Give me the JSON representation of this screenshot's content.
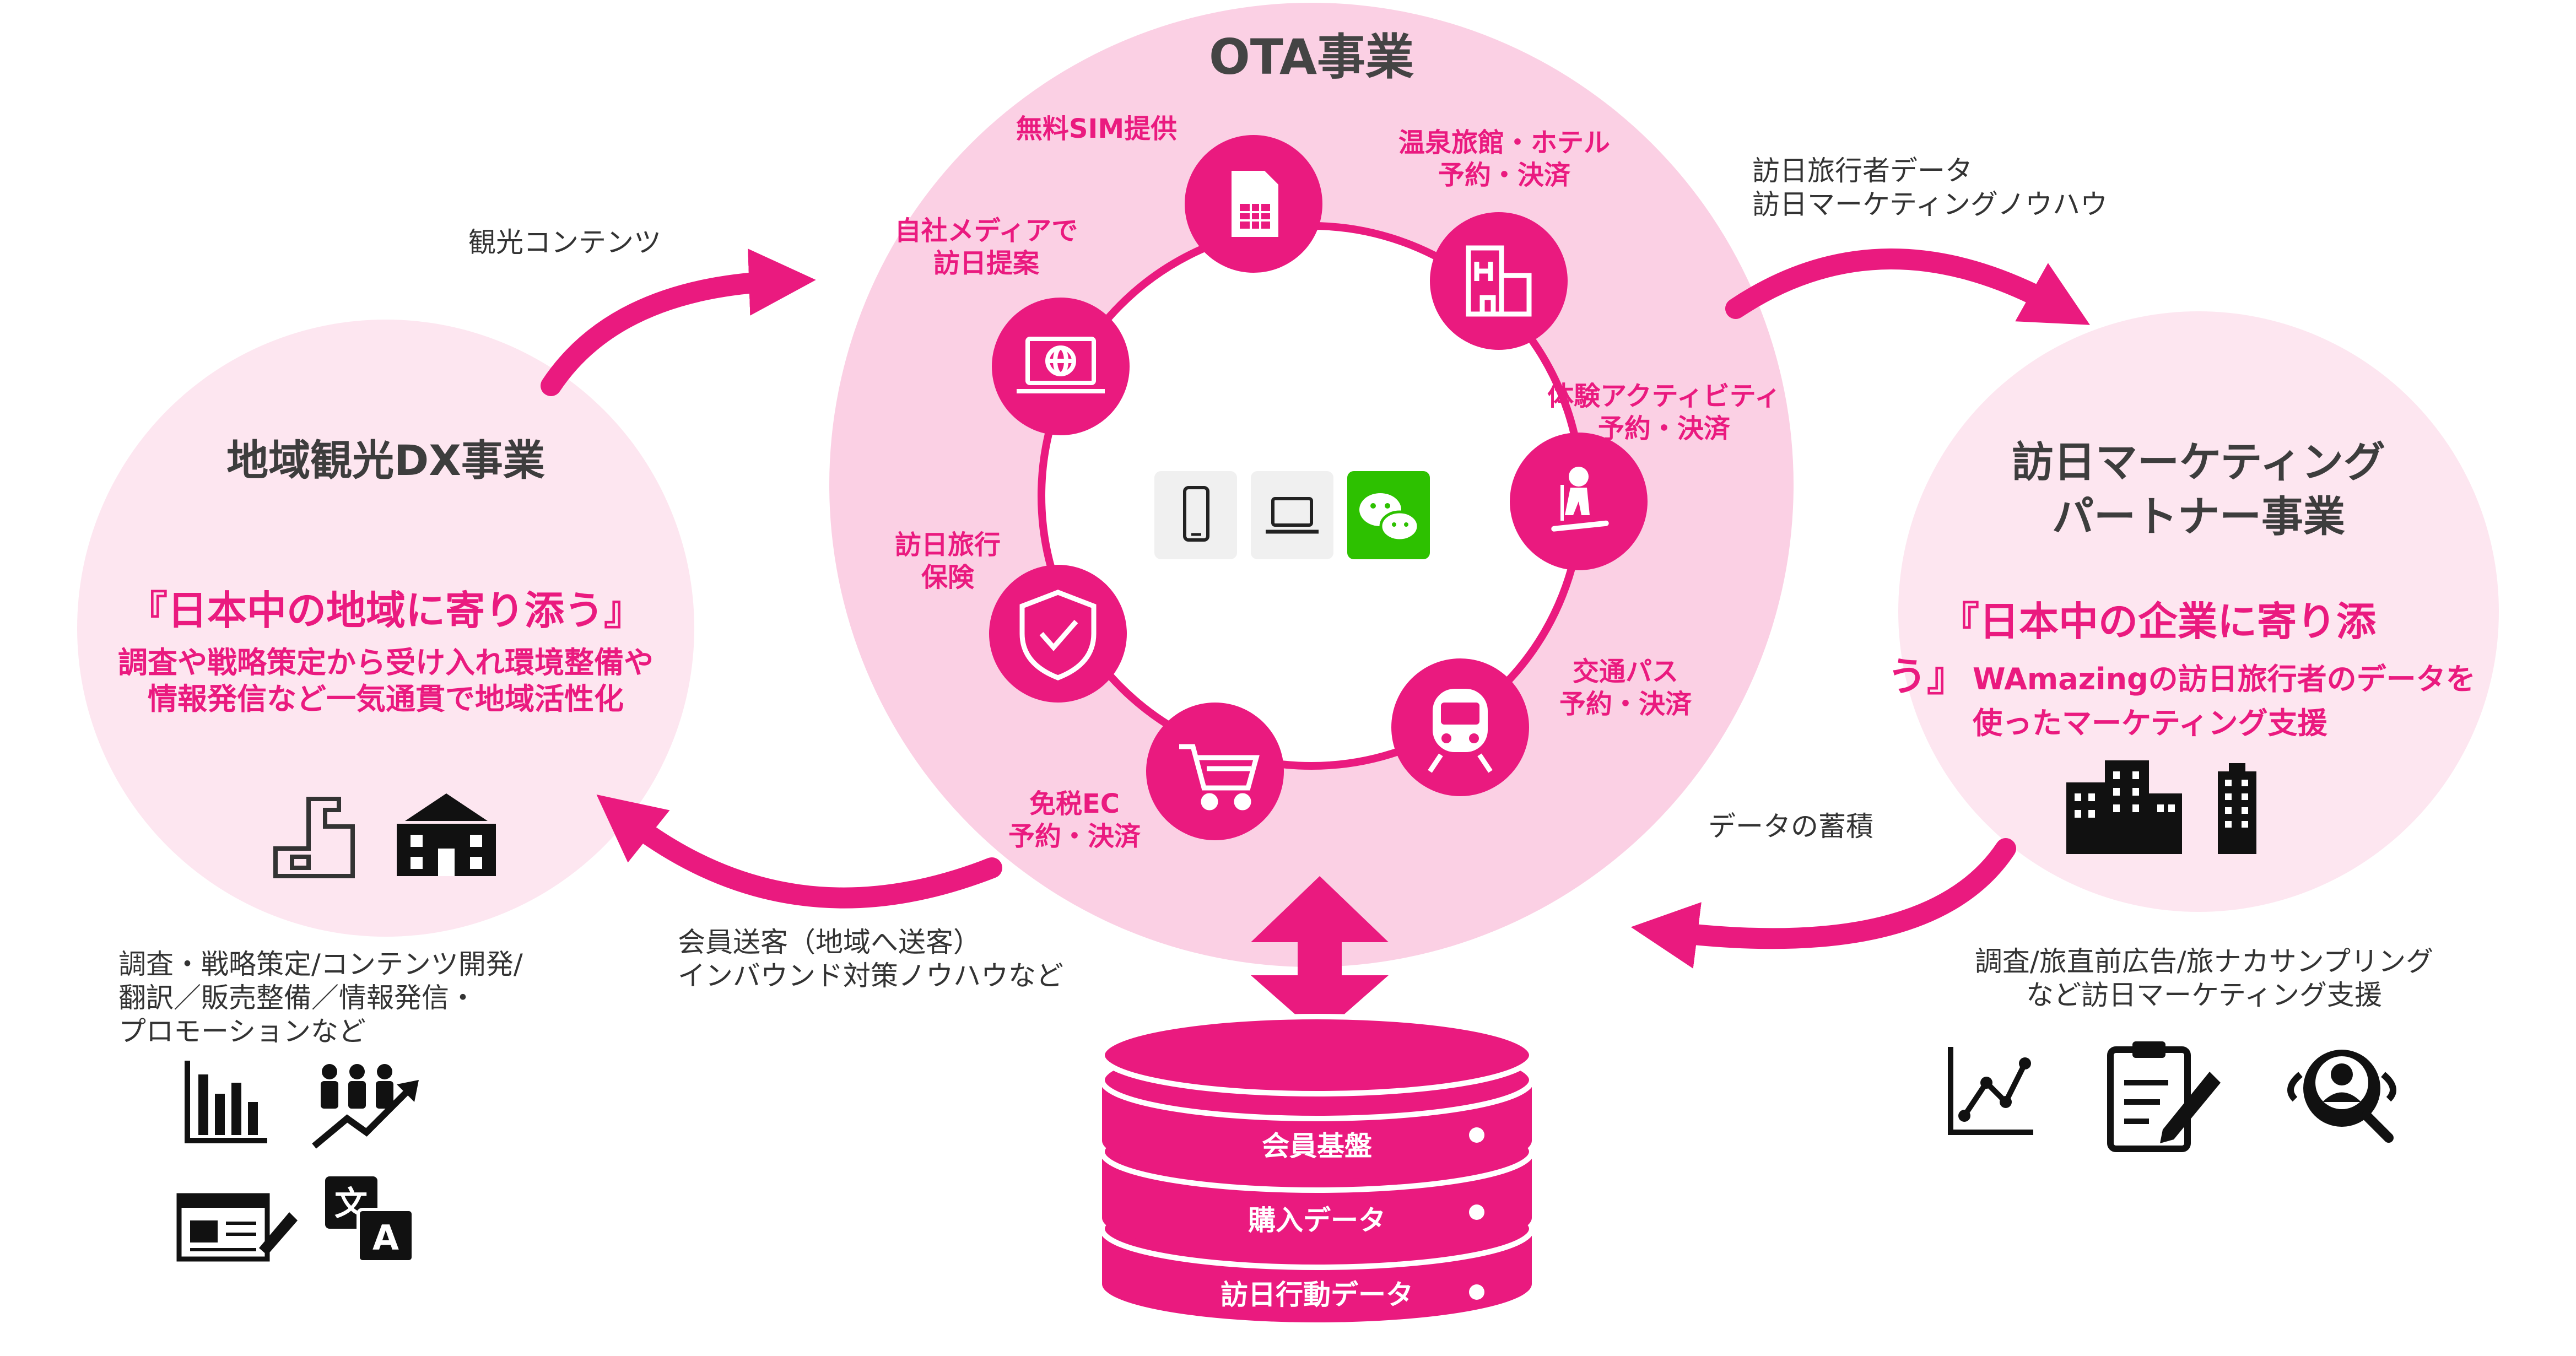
{
  "ota": {
    "title": "OTA事業",
    "services": [
      {
        "label": "無料SIM提供",
        "icon": "sim-card-icon"
      },
      {
        "label": "温泉旅館・ホテル\n予約・決済",
        "icon": "hotel-icon"
      },
      {
        "label": "体験アクティビティ\n予約・決済",
        "icon": "ski-icon"
      },
      {
        "label": "交通パス\n予約・決済",
        "icon": "train-icon"
      },
      {
        "label": "免税EC\n予約・決済",
        "icon": "shopping-cart-icon"
      },
      {
        "label": "訪日旅行\n保険",
        "icon": "shield-check-icon"
      },
      {
        "label": "自社メディアで\n訪日提案",
        "icon": "laptop-globe-icon"
      }
    ],
    "center_icons": [
      "smartphone-icon",
      "laptop-icon",
      "wechat-icon"
    ]
  },
  "left": {
    "title": "地域観光DX事業",
    "slogan": "『日本中の地域に寄り添う』",
    "description": "調査や戦略策定から受け入れ環境整備や\n情報発信など一気通貫で地域活性化",
    "icons": [
      "floorplan-icon",
      "school-building-icon"
    ],
    "services_note": "調査・戦略策定/コンテンツ開発/\n翻訳／販売整備／情報発信・\nプロモーションなど",
    "service_icons": [
      "bar-chart-icon",
      "team-growth-icon",
      "web-article-icon",
      "translate-icon"
    ]
  },
  "right": {
    "title": "訪日マーケティング\nパートナー事業",
    "slogan_line1": "『日本中の企業に寄り添",
    "slogan_line2": "う』",
    "description_line1": "WAmazingの訪日旅行者のデータを",
    "description_line2": "使ったマーケティング支援",
    "icons": [
      "office-buildings-icon",
      "tower-building-icon"
    ],
    "services_note": "調査/旅直前広告/旅ナカサンプリング\nなど訪日マーケティング支援",
    "service_icons": [
      "line-chart-icon",
      "clipboard-edit-icon",
      "user-search-icon"
    ]
  },
  "flows": {
    "left_to_ota": "観光コンテンツ",
    "ota_to_right": "訪日旅行者データ\n訪日マーケティングノウハウ",
    "right_to_ota": "データの蓄積",
    "ota_to_left": "会員送客（地域へ送客）\nインバウンド対策ノウハウなど"
  },
  "database": {
    "layers": [
      "会員基盤",
      "購入データ",
      "訪日行動データ"
    ]
  },
  "colors": {
    "accent": "#ea1a7f",
    "circle_fill": "#fbd0e4",
    "side_circle_fill": "#fde6f0",
    "inner_fill": "#ffffff"
  }
}
